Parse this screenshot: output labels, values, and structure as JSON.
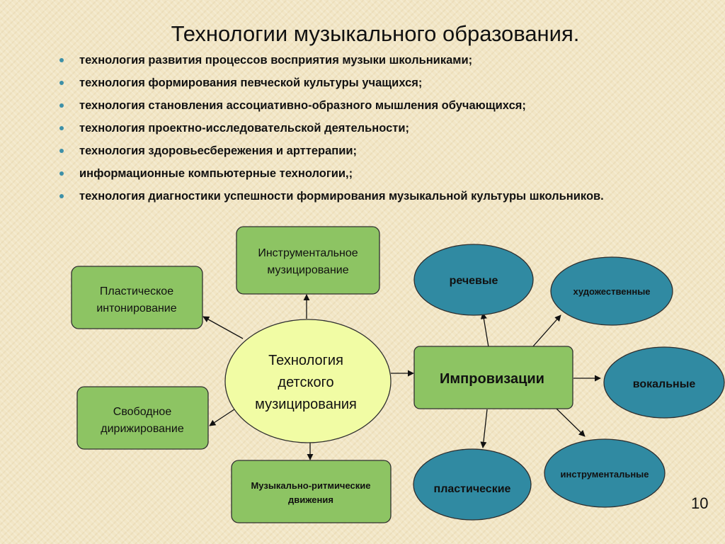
{
  "title": "Технологии музыкального образования.",
  "bullets": [
    "технология развития процессов восприятия музыки школьниками;",
    "технология формирования певческой культуры учащихся;",
    "технология становления ассоциативно-образного мышления обучающихся;",
    "технология проектно-исследовательской деятельности;",
    "технология здоровьесбережения и  арттерапии;",
    "информационные компьютерные технологии,;",
    "технология диагностики успешности формирования музыкальной культуры школьников."
  ],
  "colors": {
    "green_box": "#8dc463",
    "center_fill": "#f1fca4",
    "blue_oval": "#308aa2",
    "stroke": "#2f2f2f",
    "bullet": "#3d90a8"
  },
  "diagram": {
    "center": [
      "Технология",
      "детского",
      "музицирования"
    ],
    "instrumental_box": [
      "Инструментальное",
      "музицирование"
    ],
    "plastic_box": [
      "Пластическое",
      "интонирование"
    ],
    "conducting_box": [
      "Свободное",
      "дирижирование"
    ],
    "rhythmic_box": [
      "Музыкально-ритмические",
      "движения"
    ],
    "improvisation_box": "Импровизации",
    "ovals": {
      "speech": "речевые",
      "artistic": "художественные",
      "vocal": "вокальные",
      "instrumental": "инструментальные",
      "plastic": "пластические"
    }
  },
  "page_number": "10"
}
